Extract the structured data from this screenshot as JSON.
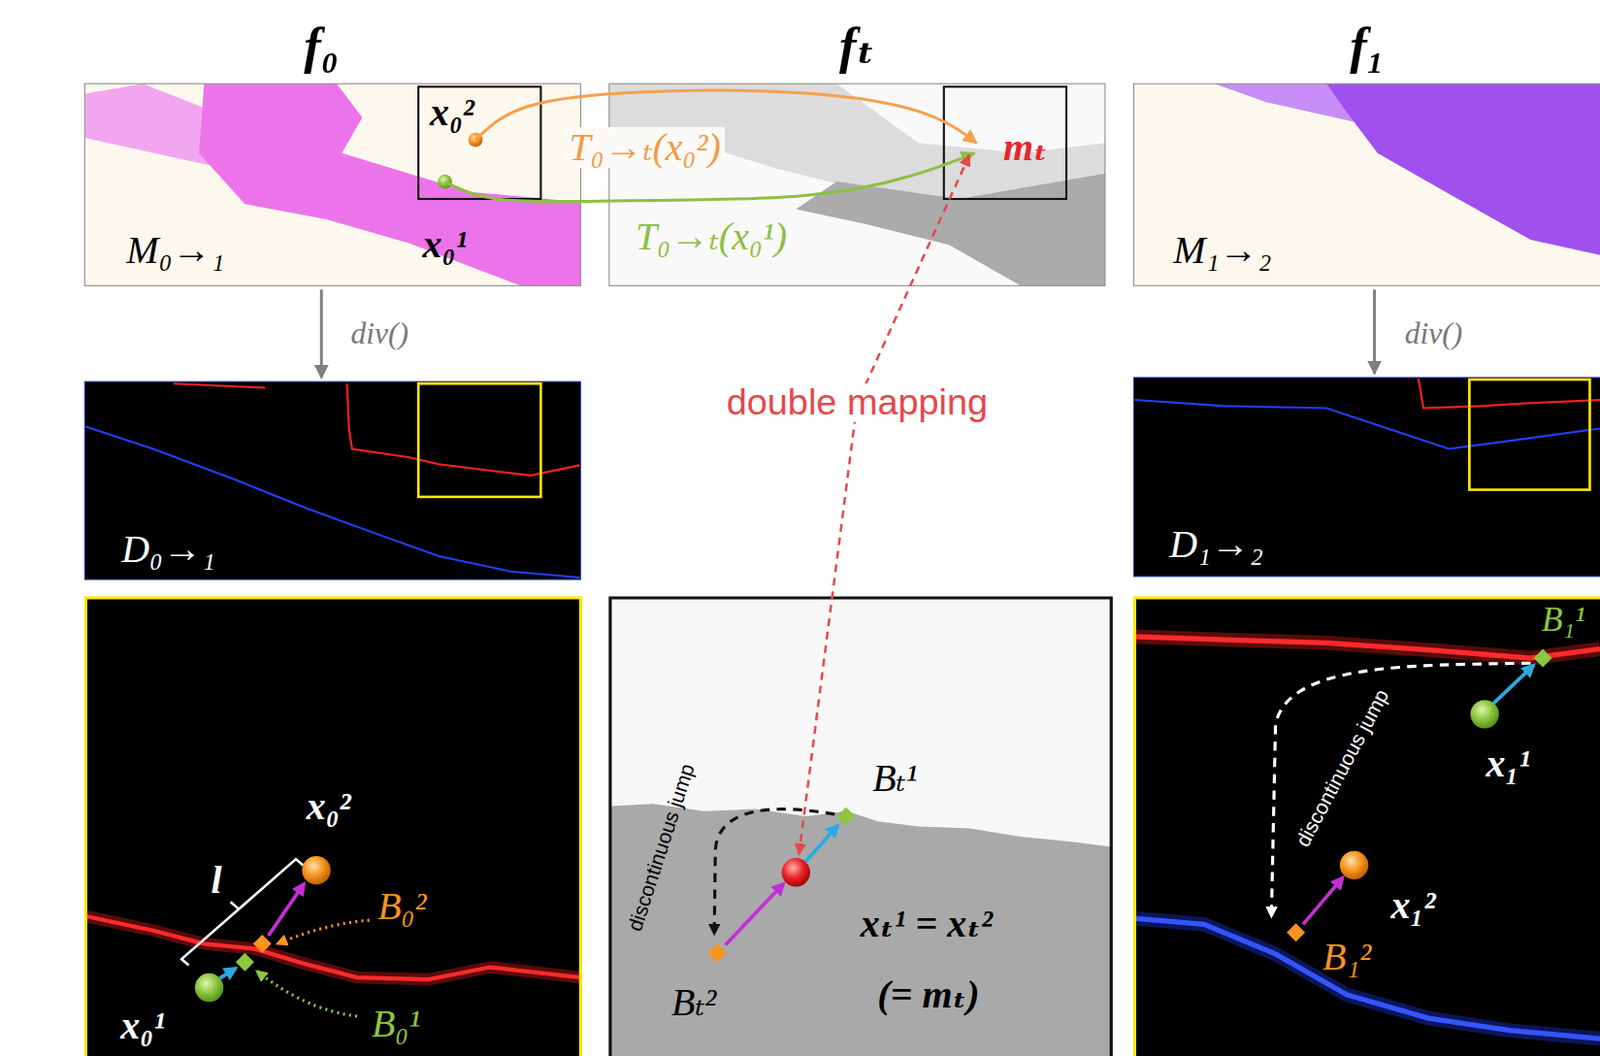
{
  "diagram": {
    "nodes": [
      {
        "text": [
          "f₀",
          "x₀²",
          "x₀¹",
          "M₀→₁"
        ]
      },
      {
        "text": [
          "fₜ",
          "mₜ"
        ]
      },
      {
        "text": [
          "f₁",
          "M₁→₂"
        ]
      },
      {
        "text": [
          "D₀→₁"
        ]
      },
      {
        "text": [
          "D₁→₂"
        ]
      },
      {
        "text": [
          "l",
          "x₀²",
          "B₀²",
          "x₀¹",
          "B₀¹"
        ]
      },
      {
        "text": [
          "discontinuous jump",
          "Bₜ¹",
          "xₜ¹ = xₜ²",
          "(= mₜ)",
          "Bₜ²"
        ]
      },
      {
        "text": [
          "B₁¹",
          "discontinuous jump",
          "x₁¹",
          "x₁²",
          "B₁²"
        ]
      }
    ],
    "edges": [
      {
        "from": 0,
        "to": 1,
        "arrow": "to",
        "label": "T₀→ₜ(x₀²)"
      },
      {
        "from": 0,
        "to": 1,
        "arrow": "to",
        "label": "T₀→ₜ(x₀¹)"
      },
      {
        "from": 0,
        "to": 3,
        "arrow": "to",
        "label": "div()"
      },
      {
        "from": 2,
        "to": 4,
        "arrow": "to",
        "label": "div()"
      },
      {
        "from": 1,
        "to": 6,
        "arrow": "both",
        "label": "double mapping"
      }
    ]
  }
}
